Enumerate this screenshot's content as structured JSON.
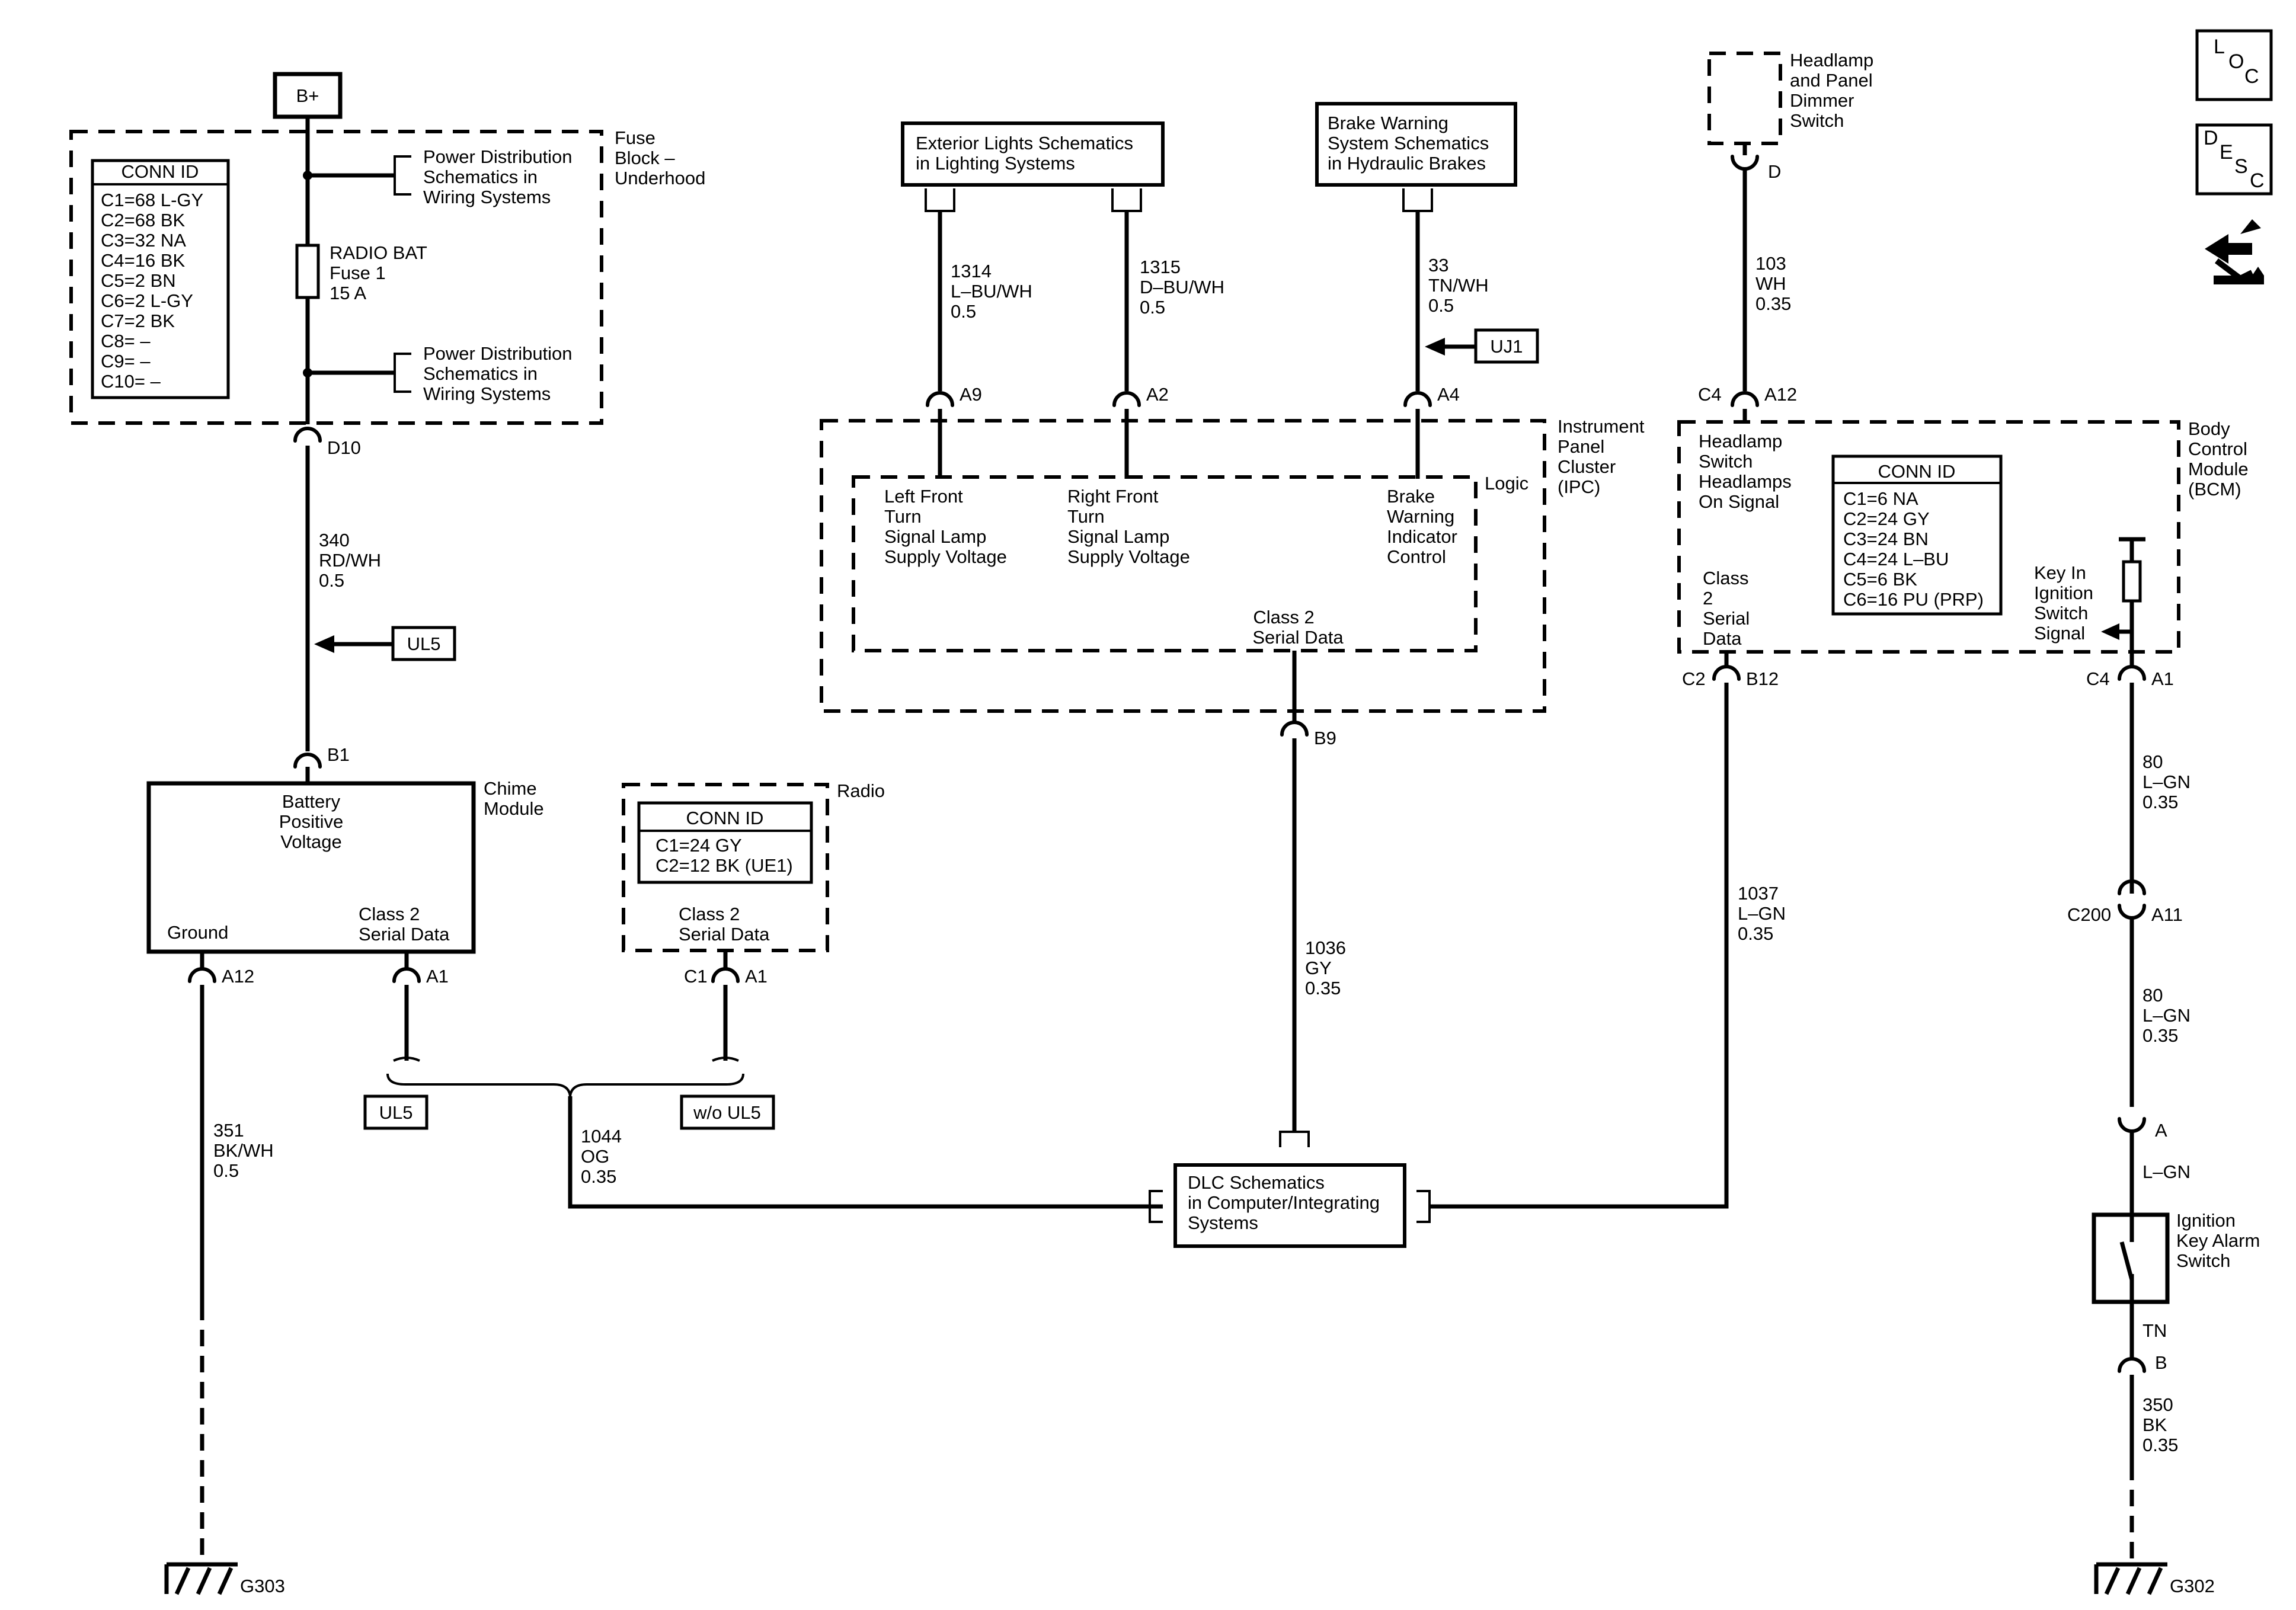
{
  "fuse_block": {
    "bplus": "B+",
    "conn_id_title": "CONN ID",
    "conn_ids": [
      "C1=68 L-GY",
      "C2=68 BK",
      "C3=32 NA",
      "C4=16 BK",
      "C5=2 BN",
      "C6=2 L-GY",
      "C7=2 BK",
      "C8= –",
      "C9= –",
      "C10= –"
    ],
    "label": [
      "Fuse",
      "Block –",
      "Underhood"
    ],
    "power_dist_top": [
      "Power Distribution",
      "Schematics in",
      "Wiring Systems"
    ],
    "power_dist_bottom": [
      "Power Distribution",
      "Schematics in",
      "Wiring Systems"
    ],
    "fuse_label": [
      "RADIO BAT",
      "Fuse 1",
      "15 A"
    ],
    "connector": "D10"
  },
  "chime_module": {
    "wire": [
      "340",
      "RD/WH",
      "0.5"
    ],
    "option_tag": "UL5",
    "pin_top": "B1",
    "label": [
      "Chime",
      "Module"
    ],
    "battery_label": [
      "Battery",
      "Positive",
      "Voltage"
    ],
    "ground_label": "Ground",
    "serial_label": [
      "Class 2",
      "Serial Data"
    ],
    "pin_ground": "A12",
    "pin_serial": "A1",
    "ground_wire": [
      "351",
      "BK/WH",
      "0.5"
    ],
    "ground_id": "G303"
  },
  "radio": {
    "label": "Radio",
    "conn_id_title": "CONN ID",
    "conn_ids": [
      "C1=24 GY",
      "C2=12 BK (UE1)"
    ],
    "serial_label": [
      "Class 2",
      "Serial Data"
    ],
    "connector": "C1",
    "pin": "A1"
  },
  "options": {
    "ul5": "UL5",
    "wo_ul5": "w/o UL5"
  },
  "splice_wire": [
    "1044",
    "OG",
    "0.35"
  ],
  "ipc": {
    "ext_lights": [
      "Exterior Lights Schematics",
      "in Lighting Systems"
    ],
    "brake_warning": [
      "Brake Warning",
      "System Schematics",
      "in Hydraulic Brakes"
    ],
    "wire_lf": [
      "1314",
      "L–BU/WH",
      "0.5"
    ],
    "wire_rf": [
      "1315",
      "D–BU/WH",
      "0.5"
    ],
    "wire_brake": [
      "33",
      "TN/WH",
      "0.5"
    ],
    "option_tag": "UJ1",
    "pins": [
      "A9",
      "A2",
      "A4"
    ],
    "label": [
      "Instrument",
      "Panel",
      "Cluster",
      "(IPC)"
    ],
    "logic_label": "Logic",
    "lf_label": [
      "Left Front",
      "Turn",
      "Signal Lamp",
      "Supply Voltage"
    ],
    "rf_label": [
      "Right Front",
      "Turn",
      "Signal Lamp",
      "Supply Voltage"
    ],
    "brake_label": [
      "Brake",
      "Warning",
      "Indicator",
      "Control"
    ],
    "serial_label": [
      "Class 2",
      "Serial Data"
    ],
    "pin_serial": "B9",
    "serial_wire": [
      "1036",
      "GY",
      "0.35"
    ]
  },
  "dlc": {
    "label": [
      "DLC Schematics",
      "in Computer/Integrating",
      "Systems"
    ]
  },
  "bcm": {
    "dimmer_label": [
      "Headlamp",
      "and Panel",
      "Dimmer",
      "Switch"
    ],
    "dimmer_pin": "D",
    "wire_103": [
      "103",
      "WH",
      "0.35"
    ],
    "conn_top": "C4",
    "pin_top": "A12",
    "label": [
      "Body",
      "Control",
      "Module",
      "(BCM)"
    ],
    "headlamp_label": [
      "Headlamp",
      "Switch",
      "Headlamps",
      "On Signal"
    ],
    "conn_id_title": "CONN ID",
    "conn_ids": [
      "C1=6 NA",
      "C2=24 GY",
      "C3=24 BN",
      "C4=24 L–BU",
      "C5=6 BK",
      "C6=16 PU (PRP)"
    ],
    "serial_label": [
      "Class",
      "2",
      "Serial",
      "Data"
    ],
    "key_label": [
      "Key In",
      "Ignition",
      "Switch",
      "Signal"
    ],
    "conn_serial": "C2",
    "pin_serial": "B12",
    "conn_key": "C4",
    "pin_key": "A1",
    "wire_1037": [
      "1037",
      "L–GN",
      "0.35"
    ]
  },
  "ignition": {
    "wire_80_a": [
      "80",
      "L–GN",
      "0.35"
    ],
    "inline_conn": "C200",
    "inline_pin": "A11",
    "wire_80_b": [
      "80",
      "L–GN",
      "0.35"
    ],
    "switch_pin_a": "A",
    "switch_wire_in": "L–GN",
    "switch_label": [
      "Ignition",
      "Key Alarm",
      "Switch"
    ],
    "switch_wire_out": "TN",
    "switch_pin_b": "B",
    "ground_wire": [
      "350",
      "BK",
      "0.35"
    ],
    "ground_id": "G302"
  },
  "corner_icons": {
    "loc": [
      "L",
      "O",
      "C"
    ],
    "desc": [
      "D",
      "E",
      "S",
      "C"
    ]
  }
}
